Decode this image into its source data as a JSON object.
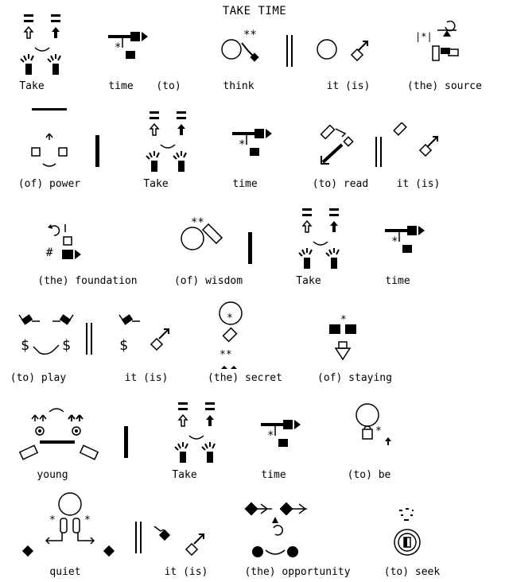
{
  "title": "TAKE TIME",
  "rows": [
    {
      "labels": [
        "Take",
        "time",
        "(to)",
        "think",
        "it (is)",
        "(the) source"
      ]
    },
    {
      "labels": [
        "(of) power",
        "Take",
        "time",
        "(to) read",
        "it (is)"
      ]
    },
    {
      "labels": [
        "(the) foundation",
        "(of) wisdom",
        "Take",
        "time"
      ]
    },
    {
      "labels": [
        "(to) play",
        "it (is)",
        "(the) secret",
        "(of) staying"
      ]
    },
    {
      "labels": [
        "young",
        "Take",
        "time",
        "(to) be"
      ]
    },
    {
      "labels": [
        "quiet",
        "it (is)",
        "(the) opportunity",
        "(to) seek"
      ]
    }
  ]
}
